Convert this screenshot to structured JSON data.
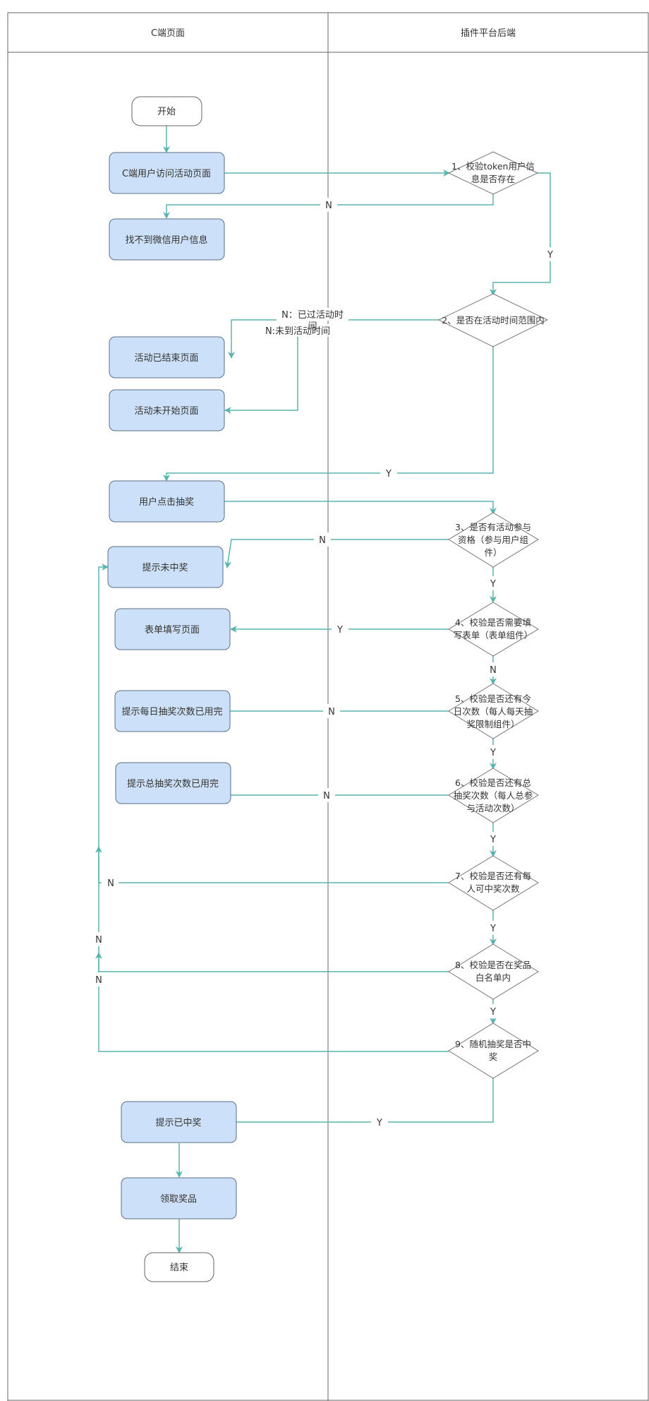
{
  "lanes": {
    "left": "C端页面",
    "right": "插件平台后端"
  },
  "colors": {
    "process_fill": "#cce1f9",
    "process_stroke": "#5b6f87",
    "arrow": "#5ab4ae",
    "lane_line": "#666666"
  },
  "nodes": {
    "start": "开始",
    "visit": "C端用户访问活动页面",
    "no_wechat": "找不到微信用户信息",
    "ended_page": "活动已结束页面",
    "not_started_page": "活动未开始页面",
    "user_draw": "用户点击抽奖",
    "tip_no_win": "提示未中奖",
    "form_page": "表单填写页面",
    "tip_daily_used": "提示每日抽奖次数已用完",
    "tip_total_used": "提示总抽奖次数已用完",
    "tip_won": "提示已中奖",
    "claim_prize": "领取奖品",
    "end": "结束"
  },
  "decisions": {
    "d1": [
      "1、校验token用户信",
      "息是否存在"
    ],
    "d2": [
      "2、是否在活动时间范围内"
    ],
    "d3": [
      "3、是否有活动参与",
      "资格（参与用户组",
      "件）"
    ],
    "d4": [
      "4、校验是否需要填",
      "写表单（表单组件）"
    ],
    "d5": [
      "5、校验是否还有今",
      "日次数（每人每天抽",
      "奖限制组件）"
    ],
    "d6": [
      "6、校验是否还有总",
      "抽奖次数（每人总参",
      "与活动次数）"
    ],
    "d7": [
      "7、校验是否还有每",
      "人可中奖次数"
    ],
    "d8": [
      "8、校验是否在奖品",
      "白名单内"
    ],
    "d9": [
      "9、随机抽奖是否中",
      "奖"
    ]
  },
  "edge_labels": {
    "d1_no": "N",
    "d1_yes": "Y",
    "d2_ended": [
      "N：已过活动时",
      "间"
    ],
    "d2_not_started": "N:未到活动时间",
    "d2_yes": "Y",
    "d3_no": "N",
    "d3_yes": "Y",
    "d4_yes": "Y",
    "d4_no": "N",
    "d5_no": "N",
    "d5_yes": "Y",
    "d6_no": "N",
    "d6_yes": "Y",
    "d7_no": "N",
    "d7_yes": "Y",
    "d8_no": "N",
    "d8_yes": "Y",
    "d9_no": "N",
    "d9_yes": "Y"
  }
}
